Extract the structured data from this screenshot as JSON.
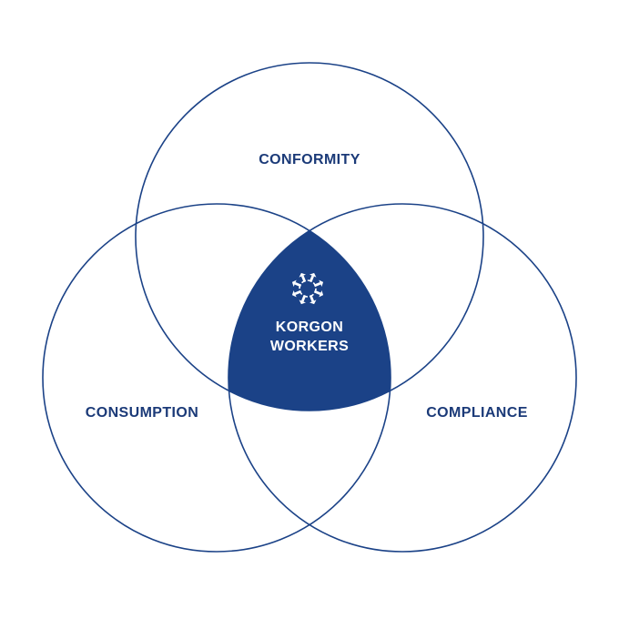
{
  "diagram": {
    "type": "venn",
    "sets": [
      {
        "id": "top",
        "label": "CONFORMITY"
      },
      {
        "id": "left",
        "label": "CONSUMPTION"
      },
      {
        "id": "right",
        "label": "COMPLIANCE"
      }
    ],
    "center": {
      "lines": [
        "KORGON",
        "WORKERS"
      ],
      "icon": "gear-icon"
    }
  },
  "colors": {
    "primary": "#1b4287",
    "label_text": "#1b3a78",
    "center_text": "#ffffff",
    "background": "#ffffff"
  }
}
